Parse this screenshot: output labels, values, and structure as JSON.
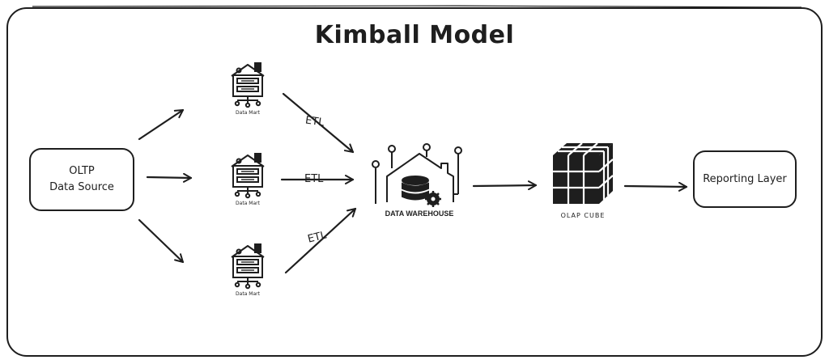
{
  "diagram": {
    "title": "Kimball Model",
    "source_line1": "OLTP",
    "source_line2": "Data Source",
    "data_marts": [
      {
        "label": "Data Mart"
      },
      {
        "label": "Data Mart"
      },
      {
        "label": "Data Mart"
      }
    ],
    "etl_labels": [
      "ETL",
      "ETL",
      "ETL"
    ],
    "warehouse_label": "DATA WAREHOUSE",
    "cube_label": "OLAP CUBE",
    "reporting_label": "Reporting Layer",
    "colors": {
      "stroke": "#1e1e1e",
      "background": "#ffffff"
    }
  }
}
